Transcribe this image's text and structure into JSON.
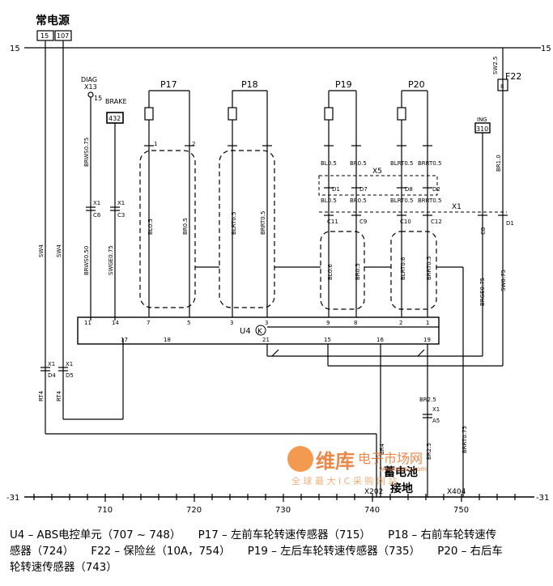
{
  "header": {
    "title": "常电源",
    "terminal_a": "15",
    "terminal_b": "107"
  },
  "rails": {
    "top": "15",
    "top_right": "15",
    "bottom": "-31",
    "bottom_right": "-31"
  },
  "labels": {
    "diag": "DIAG",
    "x13": "X13",
    "x13_pin": "15",
    "brake": "BRAKE",
    "brake_box": "432",
    "f22": "F22",
    "f22_code": "SW2.5",
    "f22_pin": "8",
    "ing": "ING",
    "ing_box": "310",
    "f22_wire": "BR1.0",
    "u4": "U4",
    "k": "K",
    "x5": "X5",
    "x1": "X1",
    "battery": "蓄电池",
    "ground": "接地",
    "x202": "X202",
    "x404": "X404"
  },
  "sensors": [
    "P17",
    "P18",
    "P19",
    "P20"
  ],
  "left_wires": {
    "sw4_a": "SW4",
    "sw4_b": "SW4",
    "rt4_a": "RT4",
    "rt4_b": "RT4",
    "x1_d4": "X1",
    "pin_d4": "D4",
    "x1_d5": "X1",
    "pin_d5": "D5",
    "brws_top": "BRWS0.75",
    "brws_bot": "BRWS0.50",
    "x1_c6": "X1",
    "pin_c6": "C6",
    "swge": "SWGE0.75",
    "x1_c3": "X1",
    "pin_c3": "C3"
  },
  "pair_wires": {
    "p17_l": "BL0.5",
    "p17_r": "BR0.5",
    "p18_l": "BLRT0.5",
    "p18_r": "BRRT0.5",
    "p19_l": "BL0.5",
    "p19_r": "BR0.5",
    "p20_l": "BLRT0.5",
    "p20_r": "BRRT0.5",
    "p19_l2": "BL0.5",
    "p19_r2": "BR0.5",
    "p20_l2": "BLRT0.5",
    "p20_r2": "BRRT0.5",
    "p19_l3": "BL0.6",
    "p19_r3": "BR0.5",
    "p20_l3": "BLRT0.6",
    "p20_r3": "BRRT0.5"
  },
  "connector_pins": {
    "p1": "1",
    "p2": "2",
    "d1": "D1",
    "d7": "D7",
    "d8": "D8",
    "d2": "D2",
    "c11": "C11",
    "c9": "C9",
    "c10": "C10",
    "c12": "C12",
    "c8": "C8",
    "d1b": "D1"
  },
  "right_wires": {
    "brge": "BRGE0.75",
    "sw075": "SW0.75",
    "br25": "BR2.5",
    "x1_a5": "X1",
    "pin_a5": "A5",
    "br4": "BR4",
    "br25b": "BR2.5",
    "brrt075": "BRRT0.75"
  },
  "u4_pins": {
    "top": [
      "11",
      "14",
      "7",
      "5",
      "3",
      "3",
      "9",
      "8",
      "2",
      "1"
    ],
    "bottom": [
      "17",
      "18",
      "21",
      "15",
      "16",
      "19"
    ]
  },
  "axis": {
    "ticks": [
      "710",
      "720",
      "730",
      "740",
      "750"
    ]
  },
  "watermark": {
    "brand": "维库",
    "name": "电子市场网",
    "url": "www.dzsc.com",
    "slogan": "全 球 最 大 I C 采 购 网 站"
  },
  "caption": [
    "U4 – ABS电控单元（707 ~ 748）",
    "P17 – 左前车轮转速传感器（715）",
    "P18 – 右前车轮转速传",
    "感器（724）",
    "F22 – 保险丝（10A，754）",
    "P19 – 左后车轮转速传感器（735）",
    "P20 – 右后车",
    "轮转速传感器（743）"
  ]
}
